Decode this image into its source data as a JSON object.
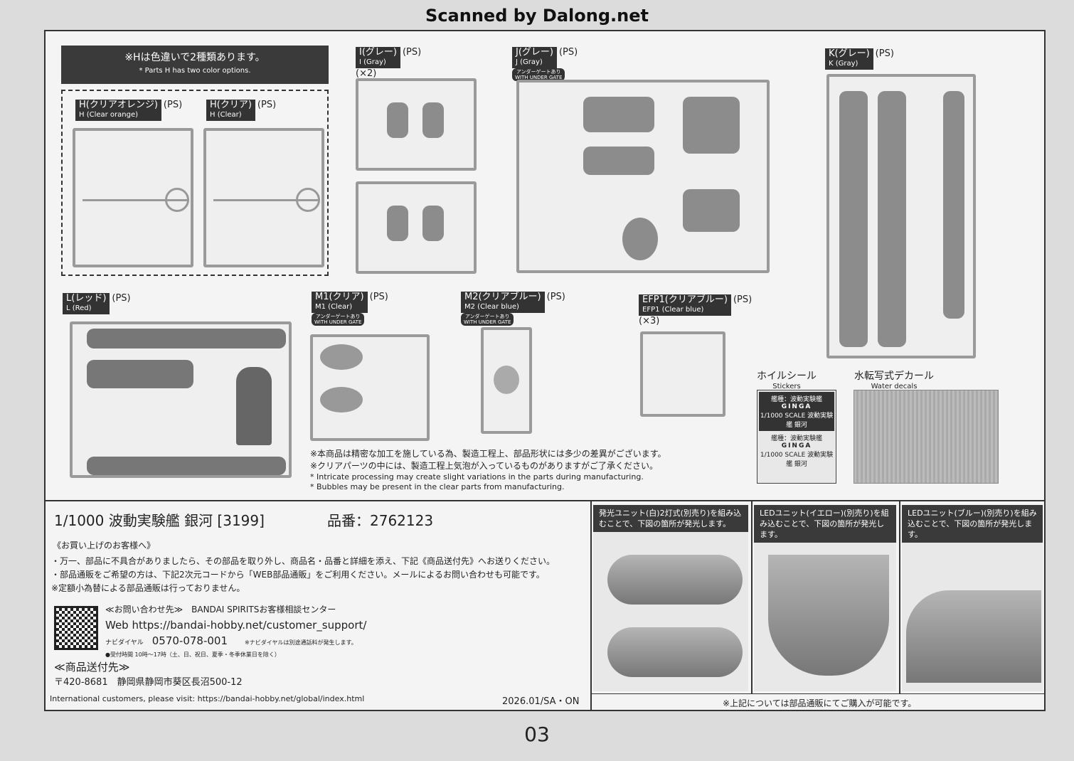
{
  "scan_credit": "Scanned by Dalong.net",
  "color_note": {
    "jp": "※Hは色違いで2種類あります。",
    "en": "* Parts H has two color options."
  },
  "ps": "(PS)",
  "gate": {
    "jp": "アンダーゲートあり",
    "en": "WITH UNDER GATE"
  },
  "sprues": [
    {
      "jp": "H(クリアオレンジ)",
      "en": "H (Clear orange)"
    },
    {
      "jp": "H(クリア)",
      "en": "H (Clear)"
    },
    {
      "jp": "I(グレー)",
      "en": "I (Gray)",
      "qty": "(×2)"
    },
    {
      "jp": "J(グレー)",
      "en": "J (Gray)"
    },
    {
      "jp": "K(グレー)",
      "en": "K (Gray)"
    },
    {
      "jp": "L(レッド)",
      "en": "L (Red)"
    },
    {
      "jp": "M1(クリア)",
      "en": "M1 (Clear)"
    },
    {
      "jp": "M2(クリアブルー)",
      "en": "M2 (Clear blue)"
    },
    {
      "jp": "EFP1(クリアブルー)",
      "en": "EFP1 (Clear blue)",
      "qty": "(×3)"
    }
  ],
  "stickers": {
    "jp": "ホイルシール",
    "en": "Stickers",
    "line1": "艦種：波動実験艦",
    "line2": "GINGA",
    "line3": "1/1000 SCALE 波動実験艦 銀河"
  },
  "decals": {
    "jp": "水転写式デカール",
    "en": "Water decals"
  },
  "notes": [
    "※本商品は精密な加工を施している為、製造工程上、部品形状には多少の差異がございます。",
    "※クリアパーツの中には、製造工程上気泡が入っているものがありますがご了承ください。",
    "* Intricate processing may create slight variations in the parts during manufacturing.",
    "* Bubbles may be present in the clear parts from manufacturing."
  ],
  "product": {
    "title": "1/1000 波動実験艦 銀河 [3199]",
    "code": "品番：2762123"
  },
  "customer": {
    "heading": "《お買い上げのお客様へ》",
    "lines": [
      "・万一、部品に不具合がありましたら、その部品を取り外し、商品名・品番と詳細を添え、下記《商品送付先》へお送りください。",
      "・部品通販をご希望の方は、下記2次元コードから「WEB部品通販」をご利用ください。メールによるお問い合わせも可能です。",
      "※定額小為替による部品通販は行っておりません。"
    ]
  },
  "contact": {
    "label": "≪お問い合わせ先≫　BANDAI SPIRITSお客様相談センター",
    "web": "Web https://bandai-hobby.net/customer_support/",
    "navi_label": "ナビダイヤル",
    "phone": "0570-078-001",
    "navi_note": "※ナビダイヤルは別途通話料が発生します。",
    "hours": "●受付時間 10時～17時（土、日、祝日、夏季・冬季休業日を除く）"
  },
  "ship_to": {
    "heading": "≪商品送付先≫",
    "address": "〒420-8681　静岡県静岡市葵区長沼500-12"
  },
  "international": "International customers, please visit: https://bandai-hobby.net/global/index.html",
  "print_code": "2026.01/SA・ON",
  "led_panels": [
    "発光ユニット(白)2灯式(別売り)を組み込むことで、下図の箇所が発光します。",
    "LEDユニット(イエロー)(別売り)を組み込むことで、下図の箇所が発光します。",
    "LEDユニット(ブルー)(別売り)を組み込むことで、下図の箇所が発光します。"
  ],
  "purchase_note": "※上記については部品通販にてご購入が可能です。",
  "page_number": "03"
}
